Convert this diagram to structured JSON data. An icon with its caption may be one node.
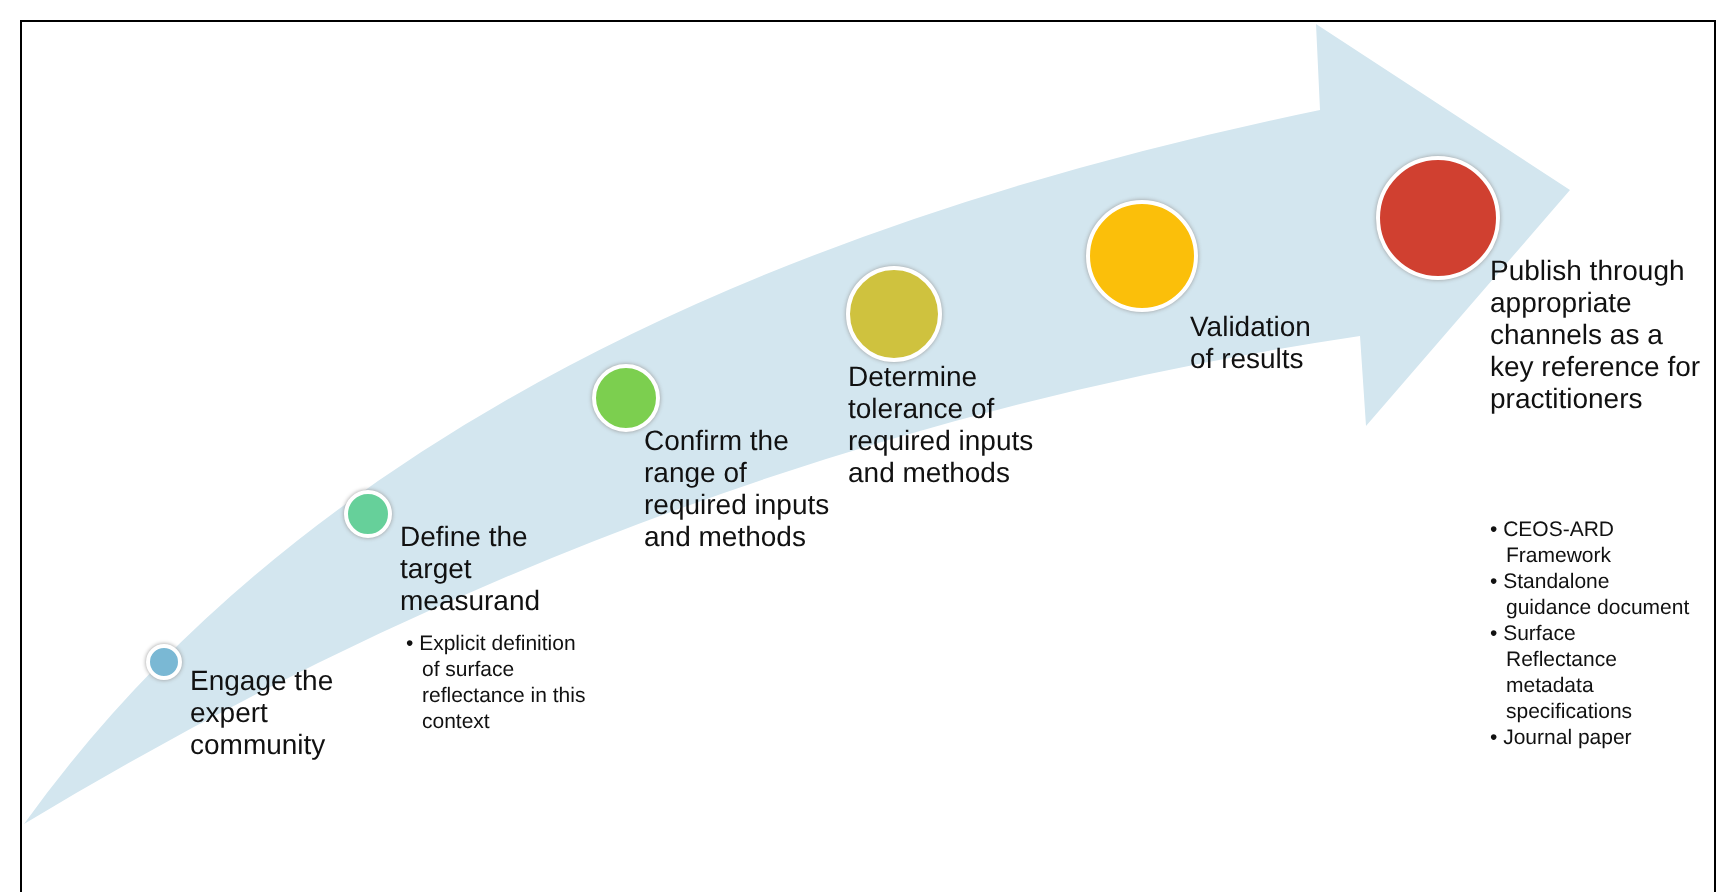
{
  "diagram": {
    "nodes": [
      {
        "text": [],
        "shape": "circle",
        "beside": [
          "Engage the expert community"
        ]
      },
      {
        "text": [],
        "shape": "circle",
        "beside": [
          "Define the target measurand",
          "• Explicit definition of surface reflectance in this context"
        ]
      },
      {
        "text": [],
        "shape": "circle",
        "beside": [
          "Confirm the range of required inputs and methods"
        ]
      },
      {
        "text": [],
        "shape": "circle",
        "beside": [
          "Determine tolerance of required inputs and methods"
        ]
      },
      {
        "text": [],
        "shape": "circle",
        "beside": [
          "Validation of results"
        ]
      },
      {
        "text": [],
        "shape": "circle",
        "beside": [
          "Publish through appropriate channels as a key reference for practitioners",
          "• CEOS-ARD Framework",
          "• Standalone guidance document",
          "• Surface Reflectance metadata specifications",
          "• Journal paper"
        ]
      }
    ],
    "edges": []
  }
}
